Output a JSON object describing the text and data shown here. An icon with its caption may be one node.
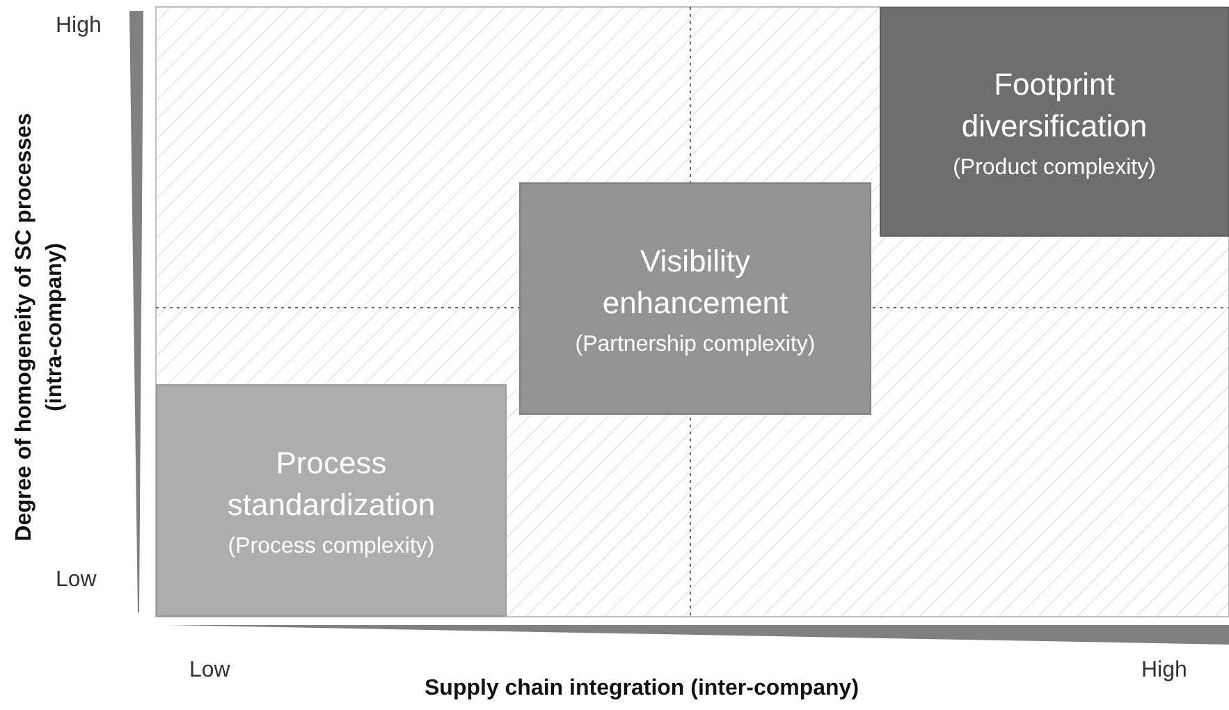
{
  "diagram": {
    "nodes": [
      {
        "text": [
          "Process standardization",
          "(Process complexity)"
        ]
      },
      {
        "text": [
          "Visibility enhancement",
          "(Partnership complexity)"
        ]
      },
      {
        "text": [
          "Footprint diversification",
          "(Product complexity)"
        ]
      }
    ],
    "labels": [
      "High",
      "Low",
      "Degree of homogeneity of SC processes",
      "(intra-company)",
      "Low",
      "High",
      "Supply chain integration (inter-company)"
    ]
  }
}
